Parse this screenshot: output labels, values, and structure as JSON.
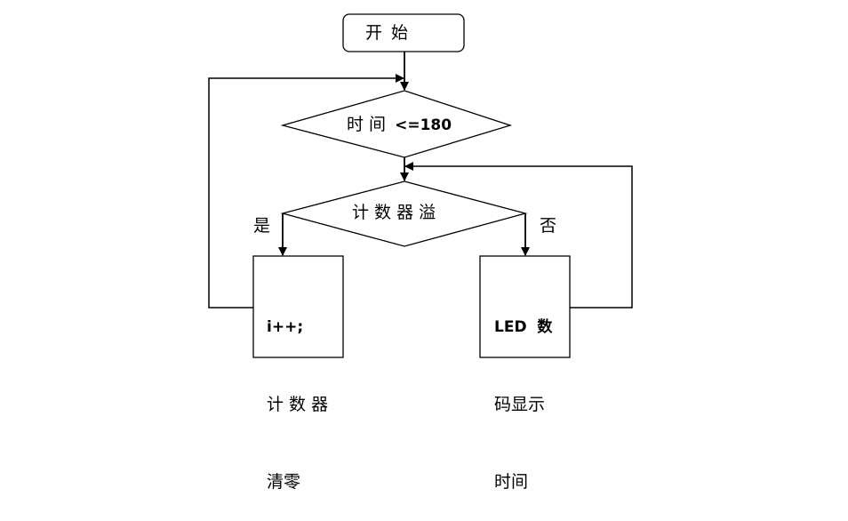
{
  "flowchart": {
    "start": "开    始",
    "decision_time": {
      "prefix": "时 间",
      "condition": "<=180"
    },
    "decision_overflow": "计 数 器 溢",
    "yes_label": "是",
    "no_label": "否",
    "yes_box": {
      "line1": "i++;",
      "line2": "计 数 器",
      "line3": "清零"
    },
    "no_box": {
      "line1": "LED  数",
      "line2": "码显示",
      "line3": "时间"
    }
  }
}
